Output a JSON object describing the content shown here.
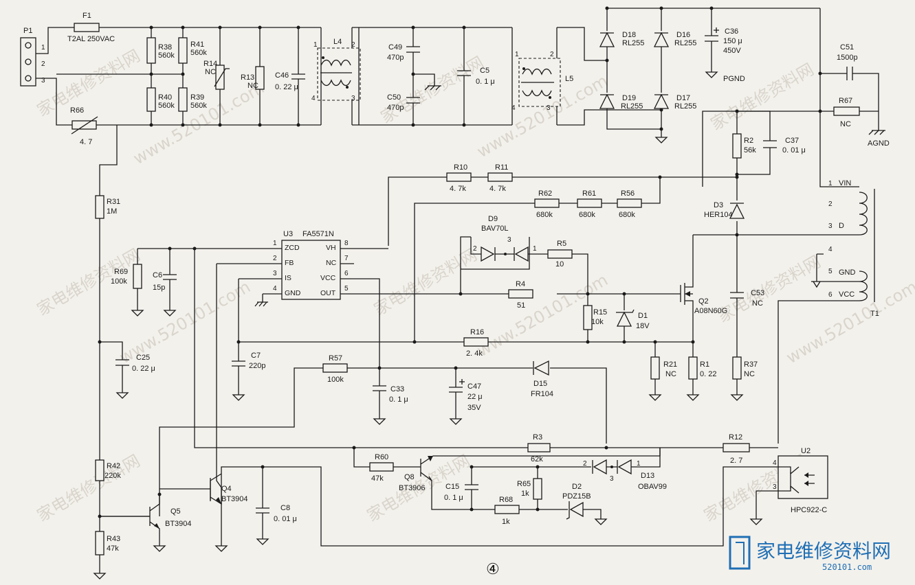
{
  "figure_number": "④",
  "watermark_cn": "家电维修资料网",
  "watermark_url": "www.520101.com",
  "logo": {
    "text": "家电维修资料网",
    "sub": "520101.com",
    "color": "#1f6fb5"
  },
  "connector": {
    "ref": "P1",
    "pins": [
      "1",
      "2",
      "3"
    ]
  },
  "fuse": {
    "ref": "F1",
    "value": "T2AL 250VAC"
  },
  "ic": {
    "ref": "U3",
    "part": "FA5571N",
    "left_pins": [
      {
        "num": "1",
        "name": "ZCD"
      },
      {
        "num": "2",
        "name": "FB"
      },
      {
        "num": "3",
        "name": "IS"
      },
      {
        "num": "4",
        "name": "GND"
      }
    ],
    "right_pins": [
      {
        "num": "8",
        "name": "VH"
      },
      {
        "num": "7",
        "name": "NC"
      },
      {
        "num": "6",
        "name": "VCC"
      },
      {
        "num": "5",
        "name": "OUT"
      }
    ]
  },
  "inductors": {
    "L4": {
      "ref": "L4",
      "pins": [
        "1",
        "2",
        "4",
        "3"
      ]
    },
    "L5": {
      "ref": "L5",
      "pins": [
        "1",
        "2",
        "4",
        "3"
      ]
    }
  },
  "transformer": {
    "ref": "T1",
    "pins": [
      {
        "num": "1",
        "name": "VIN"
      },
      {
        "num": "2",
        "name": ""
      },
      {
        "num": "3",
        "name": "D"
      },
      {
        "num": "4",
        "name": ""
      },
      {
        "num": "5",
        "name": "GND"
      },
      {
        "num": "6",
        "name": "VCC"
      }
    ]
  },
  "optocoupler": {
    "ref": "U2",
    "part": "HPC922-C",
    "pins": [
      "4",
      "3"
    ]
  },
  "mosfet": {
    "ref": "Q2",
    "part": "A08N60G"
  },
  "components": {
    "R38": {
      "ref": "R38",
      "value": "560k"
    },
    "R41": {
      "ref": "R41",
      "value": "560k"
    },
    "R40": {
      "ref": "R40",
      "value": "560k"
    },
    "R39": {
      "ref": "R39",
      "value": "560k"
    },
    "R14": {
      "ref": "R14",
      "value": "NC"
    },
    "R13": {
      "ref": "R13",
      "value": "NC"
    },
    "C46": {
      "ref": "C46",
      "value": "0. 22 μ"
    },
    "R66": {
      "ref": "R66",
      "value": "4. 7"
    },
    "C49": {
      "ref": "C49",
      "value": "470p"
    },
    "C50": {
      "ref": "C50",
      "value": "470p"
    },
    "C5": {
      "ref": "C5",
      "value": "0. 1 μ"
    },
    "D18": {
      "ref": "D18",
      "value": "RL255"
    },
    "D16": {
      "ref": "D16",
      "value": "RL255"
    },
    "D19": {
      "ref": "D19",
      "value": "RL255"
    },
    "D17": {
      "ref": "D17",
      "value": "RL255"
    },
    "C36": {
      "ref": "C36",
      "value": "150 μ",
      "value2": "450V"
    },
    "C51": {
      "ref": "C51",
      "value": "1500p"
    },
    "R67": {
      "ref": "R67",
      "value": "NC"
    },
    "R2": {
      "ref": "R2",
      "value": "56k"
    },
    "C37": {
      "ref": "C37",
      "value": "0. 01 μ"
    },
    "D3": {
      "ref": "D3",
      "value": "HER104"
    },
    "R10": {
      "ref": "R10",
      "value": "4. 7k"
    },
    "R11": {
      "ref": "R11",
      "value": "4. 7k"
    },
    "R62": {
      "ref": "R62",
      "value": "680k"
    },
    "R61": {
      "ref": "R61",
      "value": "680k"
    },
    "R56": {
      "ref": "R56",
      "value": "680k"
    },
    "R31": {
      "ref": "R31",
      "value": "1M"
    },
    "D9": {
      "ref": "D9",
      "value": "BAV70L"
    },
    "R5": {
      "ref": "R5",
      "value": "10"
    },
    "R4": {
      "ref": "R4",
      "value": "51"
    },
    "R15": {
      "ref": "R15",
      "value": "10k"
    },
    "D1": {
      "ref": "D1",
      "value": "18V"
    },
    "C53": {
      "ref": "C53",
      "value": "NC"
    },
    "R69": {
      "ref": "R69",
      "value": "100k"
    },
    "C6": {
      "ref": "C6",
      "value": "15p"
    },
    "R16": {
      "ref": "R16",
      "value": "2. 4k"
    },
    "R21": {
      "ref": "R21",
      "value": "NC"
    },
    "R1": {
      "ref": "R1",
      "value": "0. 22"
    },
    "R37": {
      "ref": "R37",
      "value": "NC"
    },
    "C25": {
      "ref": "C25",
      "value": "0. 22 μ"
    },
    "C7": {
      "ref": "C7",
      "value": "220p"
    },
    "R57": {
      "ref": "R57",
      "value": "100k"
    },
    "C33": {
      "ref": "C33",
      "value": "0. 1 μ"
    },
    "C47": {
      "ref": "C47",
      "value": "22 μ",
      "value2": "35V"
    },
    "D15": {
      "ref": "D15",
      "value": "FR104"
    },
    "R3": {
      "ref": "R3",
      "value": "62k"
    },
    "R12": {
      "ref": "R12",
      "value": "2. 7"
    },
    "R42": {
      "ref": "R42",
      "value": "220k"
    },
    "R60": {
      "ref": "R60",
      "value": "47k"
    },
    "Q8": {
      "ref": "Q8",
      "value": "BT3906"
    },
    "C15": {
      "ref": "C15",
      "value": "0. 1 μ"
    },
    "R65": {
      "ref": "R65",
      "value": "1k"
    },
    "D13": {
      "ref": "D13",
      "value": "OBAV99"
    },
    "D2": {
      "ref": "D2",
      "value": "PDZ15B"
    },
    "R68": {
      "ref": "R68",
      "value": "1k"
    },
    "Q4": {
      "ref": "Q4",
      "value": "BT3904"
    },
    "C8": {
      "ref": "C8",
      "value": "0. 01 μ"
    },
    "Q5": {
      "ref": "Q5",
      "value": "BT3904"
    },
    "R43": {
      "ref": "R43",
      "value": "47k"
    }
  },
  "pin_marks": {
    "D9": [
      "2",
      "3",
      "1"
    ],
    "D13": [
      "2",
      "3",
      "1"
    ]
  },
  "net_labels": {
    "PGND": "PGND",
    "AGND": "AGND"
  }
}
